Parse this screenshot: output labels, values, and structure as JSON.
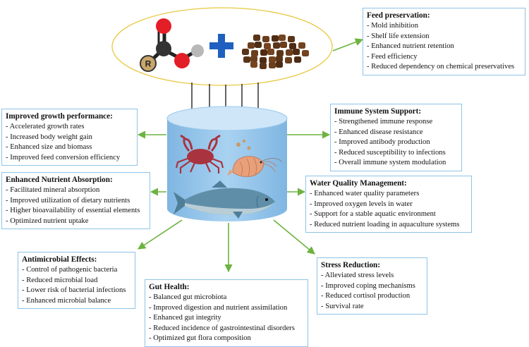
{
  "boxes": {
    "feed_preservation": {
      "title": "Feed preservation:",
      "items": [
        "Mold inhibition",
        "Shelf life extension",
        "Enhanced nutrient retention",
        "Feed efficiency",
        "Reduced dependency on chemical preservatives"
      ]
    },
    "growth": {
      "title": "Improved growth performance:",
      "items": [
        "Accelerated growth rates",
        "Increased body weight gain",
        "Enhanced size and biomass",
        "Improved feed conversion efficiency"
      ]
    },
    "immune": {
      "title": "Immune System Support:",
      "items": [
        "Strengthened immune response",
        "Enhanced disease resistance",
        "Improved antibody production",
        "Reduced susceptibility to infections",
        "Overall immune system modulation"
      ]
    },
    "nutrient": {
      "title": "Enhanced Nutrient Absorption:",
      "items": [
        "Facilitated mineral absorption",
        "Improved utilization of dietary nutrients",
        "Higher bioavailability of essential elements",
        "Optimized nutrient uptake"
      ]
    },
    "water": {
      "title": "Water Quality Management:",
      "items": [
        "Enhanced water quality parameters",
        "Improved oxygen levels in water",
        "Support for a stable aquatic environment",
        "Reduced nutrient loading in aquaculture systems"
      ]
    },
    "antimicrobial": {
      "title": "Antimicrobial Effects:",
      "items": [
        "Control of pathogenic bacteria",
        "Reduced microbial load",
        "Lower risk of bacterial infections",
        "Enhanced microbial balance"
      ]
    },
    "gut": {
      "title": "Gut Health:",
      "items": [
        "Balanced gut microbiota",
        "Improved digestion and nutrient assimilation",
        "Enhanced gut integrity",
        "Reduced incidence of gastrointestinal disorders",
        "Optimized gut flora composition"
      ]
    },
    "stress": {
      "title": "Stress Reduction:",
      "items": [
        "Alleviated stress levels",
        "Improved coping mechanisms",
        "Reduced cortisol production",
        "Survival rate"
      ]
    }
  },
  "molecule": {
    "r_label": "R"
  },
  "colors": {
    "box_border": "#8fc3e6",
    "arrow": "#6db33f",
    "ellipse": "#e8c840",
    "plus": "#1f5fbf",
    "pellet": "#5a3418",
    "cylinder_top": "#c8e2f6",
    "cylinder_body": "#8ec1e9"
  }
}
